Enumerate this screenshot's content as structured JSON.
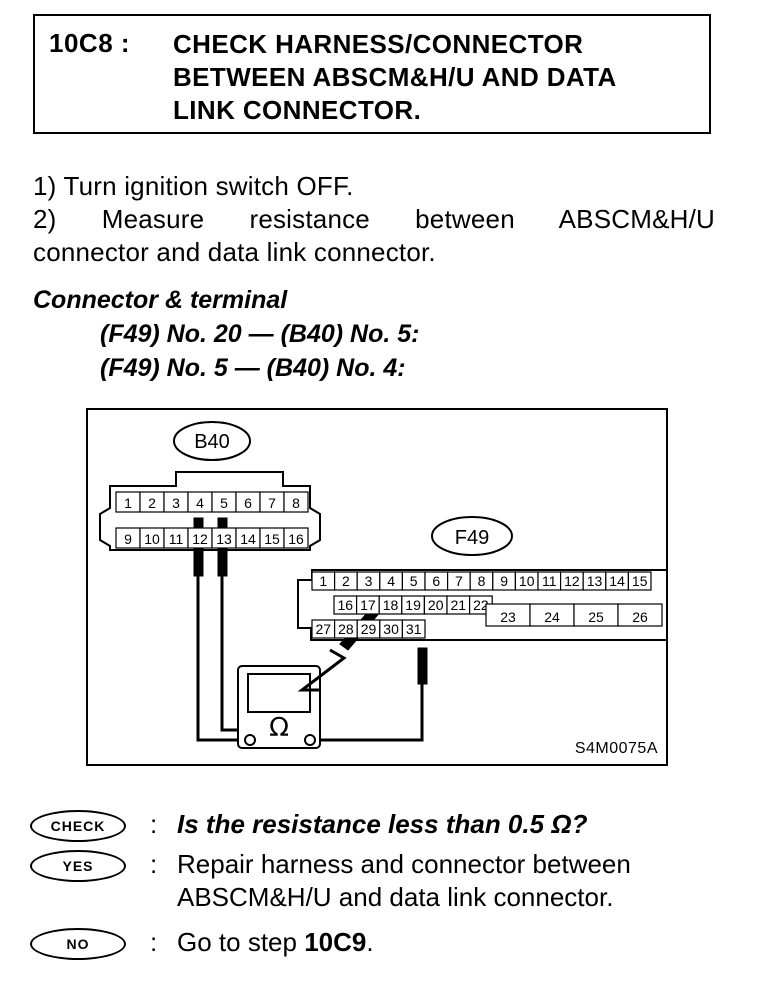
{
  "header": {
    "step_number": "10C8 :",
    "title_lines": [
      "CHECK HARNESS/CONNECTOR",
      "BETWEEN ABSCM&H/U AND DATA",
      "LINK CONNECTOR."
    ]
  },
  "instructions": {
    "line1": "1)  Turn ignition switch OFF.",
    "line2": "2) Measure resistance between ABSCM&H/U",
    "line3": "connector and data link connector."
  },
  "connector": {
    "heading": "Connector & terminal",
    "terminals": [
      "(F49) No. 20 — (B40) No. 5:",
      "(F49) No. 5 — (B40) No. 4:"
    ]
  },
  "diagram": {
    "b40_label": "B40",
    "f49_label": "F49",
    "b40_row1": [
      "1",
      "2",
      "3",
      "4",
      "5",
      "6",
      "7",
      "8"
    ],
    "b40_row2": [
      "9",
      "10",
      "11",
      "12",
      "13",
      "14",
      "15",
      "16"
    ],
    "f49_row1": [
      "1",
      "2",
      "3",
      "4",
      "5",
      "6",
      "7",
      "8",
      "9",
      "10",
      "11",
      "12",
      "13",
      "14",
      "15"
    ],
    "f49_row2": [
      "16",
      "17",
      "18",
      "19",
      "20",
      "21",
      "22"
    ],
    "f49_row2b": [
      "23",
      "24",
      "25",
      "26"
    ],
    "f49_row3": [
      "27",
      "28",
      "29",
      "30",
      "31"
    ],
    "ohm_symbol": "Ω",
    "figure_code": "S4M0075A"
  },
  "answers": {
    "check_badge": "CHECK",
    "yes_badge": "YES",
    "no_badge": "NO",
    "colon": ":",
    "check_text": "Is the resistance less than 0.5 Ω?",
    "yes_text_1": "Repair harness and connector between",
    "yes_text_2": "ABSCM&H/U and data link connector.",
    "no_text_prefix": "Go to step ",
    "no_text_step": "10C9",
    "no_text_suffix": "."
  }
}
